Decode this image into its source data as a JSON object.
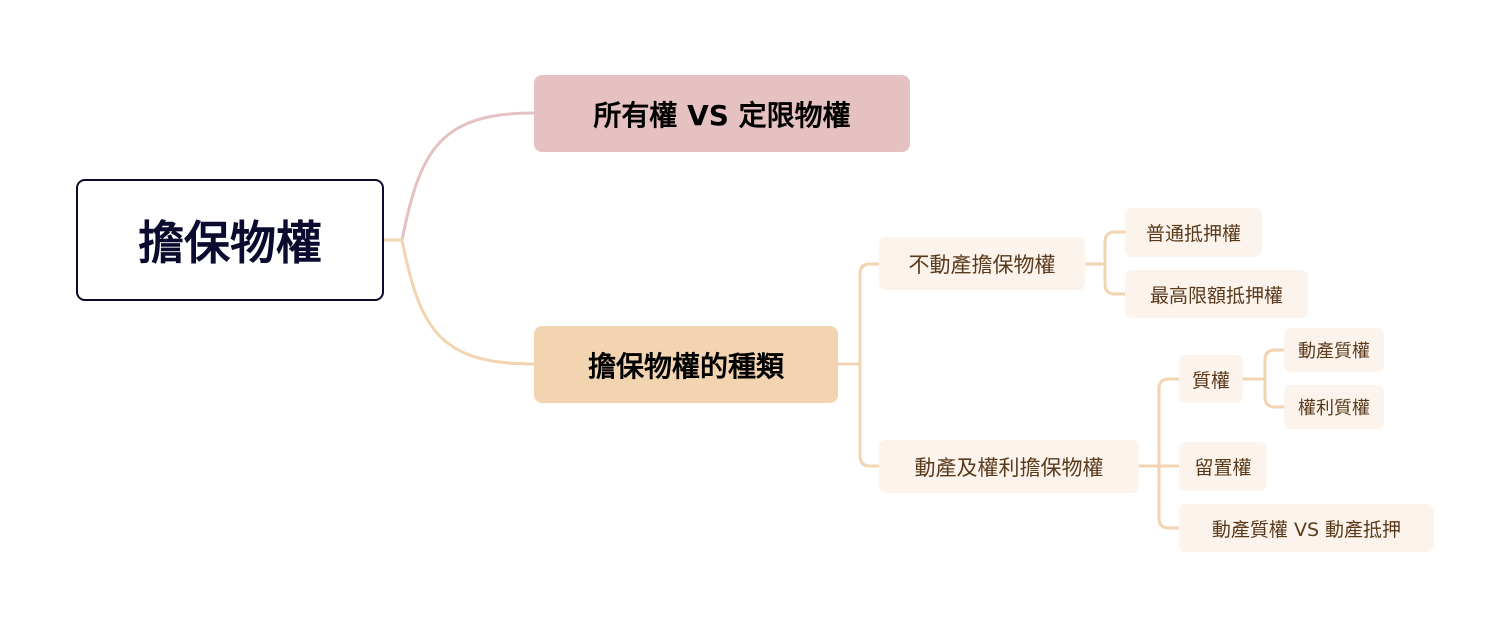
{
  "colors": {
    "root_border": "#0b0b30",
    "branch1": "#e6c1c1",
    "branch2": "#f2d4b0",
    "sub_bg": "#fcf3ec",
    "sub_text": "#5a3a1a"
  },
  "root": "擔保物權",
  "branches": [
    {
      "label": "所有權 VS 定限物權"
    },
    {
      "label": "擔保物權的種類",
      "children": [
        {
          "label": "不動產擔保物權",
          "children": [
            {
              "label": "普通抵押權"
            },
            {
              "label": "最高限額抵押權"
            }
          ]
        },
        {
          "label": "動產及權利擔保物權",
          "children": [
            {
              "label": "質權",
              "children": [
                {
                  "label": "動產質權"
                },
                {
                  "label": "權利質權"
                }
              ]
            },
            {
              "label": "留置權"
            },
            {
              "label": "動產質權 VS 動產抵押"
            }
          ]
        }
      ]
    }
  ]
}
